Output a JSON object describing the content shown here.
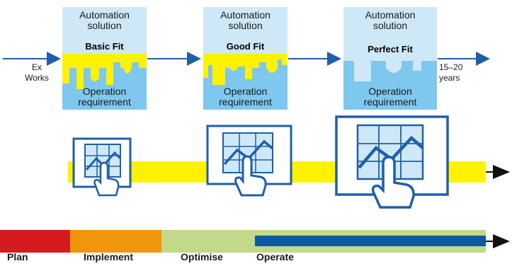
{
  "flow": {
    "start_label_line1": "Ex",
    "start_label_line2": "Works",
    "end_label_line1": "15–20",
    "end_label_line2": "years"
  },
  "boxes": [
    {
      "top_line1": "Automation",
      "top_line2": "solution",
      "fit": "Basic Fit",
      "bottom_line1": "Operation",
      "bottom_line2": "requirement"
    },
    {
      "top_line1": "Automation",
      "top_line2": "solution",
      "fit": "Good Fit",
      "bottom_line1": "Operation",
      "bottom_line2": "requirement"
    },
    {
      "top_line1": "Automation",
      "top_line2": "solution",
      "fit": "Perfect Fit",
      "bottom_line1": "Operation",
      "bottom_line2": "requirement"
    }
  ],
  "phases": [
    "Plan",
    "Implement",
    "Optimise",
    "Operate"
  ],
  "icons": [
    "touchscreen-chart-icon",
    "touchscreen-chart-icon",
    "touchscreen-chart-icon"
  ],
  "colors": {
    "arrow_blue": "#1f5fa8",
    "box_top": "#cfe8f7",
    "box_bottom": "#7ec7ee",
    "fit_yellow": "#fff200",
    "icon_blue": "#1f5fa8",
    "plan_red": "#d71920",
    "implement_orange": "#f0960a",
    "optimise_green": "#c2d88a",
    "operate_blue": "#0f58a5"
  }
}
